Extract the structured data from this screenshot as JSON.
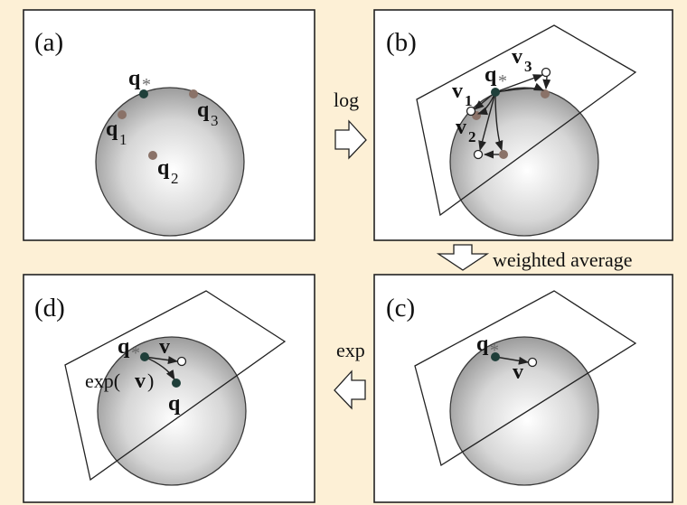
{
  "panels": {
    "a": {
      "label": "(a)"
    },
    "b": {
      "label": "(b)"
    },
    "c": {
      "label": "(c)"
    },
    "d": {
      "label": "(d)"
    }
  },
  "symbols": {
    "q": "q",
    "star": "*",
    "v": "v",
    "sub_1": "1",
    "sub_2": "2",
    "sub_3": "3",
    "exp_open": "exp(",
    "exp_close": ")"
  },
  "operations": {
    "log": "log",
    "weighted_average": "weighted average",
    "exp": "exp"
  },
  "colors": {
    "background": "#fdf0d6",
    "frame": "#222222",
    "sample_point": "#8a7268",
    "mean_point": "#1f3f3a",
    "tangent_point": "#ffffff",
    "sphere_highlight": "#ffffff",
    "sphere_shadow": "#8c8c8c"
  },
  "icons": {
    "log_arrow": "right-arrow-icon",
    "weighted_average_arrow": "down-arrow-icon",
    "exp_arrow": "left-arrow-icon"
  }
}
